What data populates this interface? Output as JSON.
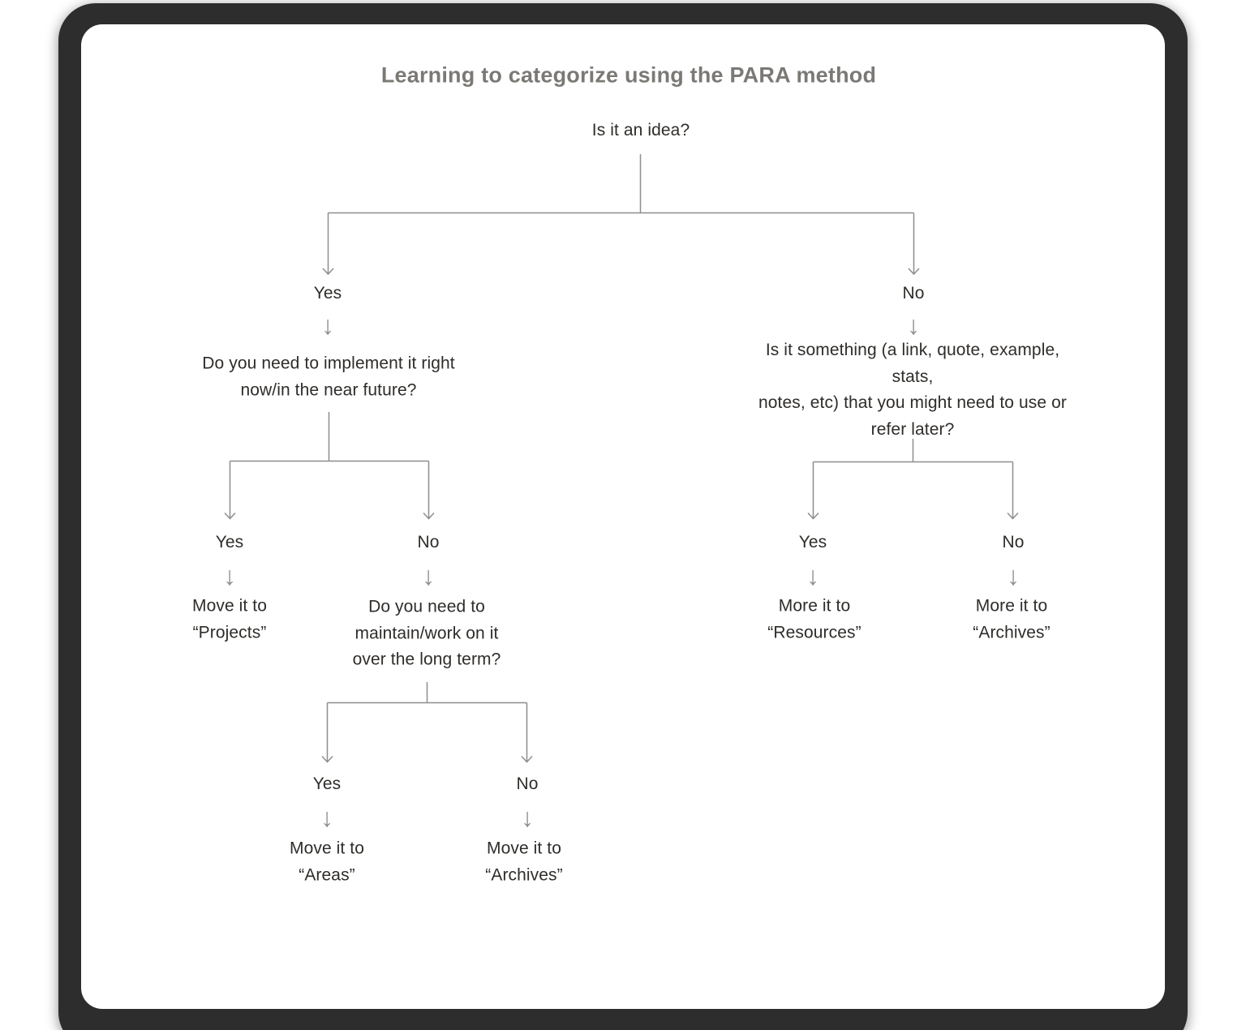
{
  "flowchart": {
    "title": "Learning to categorize using the PARA method",
    "root": {
      "question": "Is it an idea?"
    },
    "branches": {
      "yes": {
        "label": "Yes",
        "question": "Do you need to implement it right\nnow/in the near future?",
        "children": {
          "yes": {
            "label": "Yes",
            "outcome": "Move it to\n“Projects”"
          },
          "no": {
            "label": "No",
            "question": "Do you need to\nmaintain/work on it\nover the long term?",
            "children": {
              "yes": {
                "label": "Yes",
                "outcome": "Move it to\n“Areas”"
              },
              "no": {
                "label": "No",
                "outcome": "Move it to\n“Archives”"
              }
            }
          }
        }
      },
      "no": {
        "label": "No",
        "question": "Is it something (a link, quote, example, stats,\nnotes, etc) that you might need to use or\nrefer later?",
        "children": {
          "yes": {
            "label": "Yes",
            "outcome": "More it to\n“Resources”"
          },
          "no": {
            "label": "No",
            "outcome": "More it to\n“Archives”"
          }
        }
      }
    }
  },
  "icons": {
    "down_arrow": "↓"
  },
  "colors": {
    "frame": "#2d2d2d",
    "panel": "#ffffff",
    "line": "#8f8e8b",
    "text": "#2f2d2a",
    "title": "#7b7975"
  }
}
